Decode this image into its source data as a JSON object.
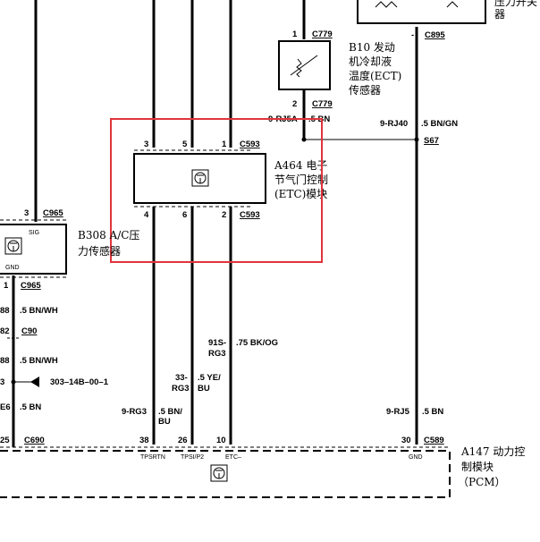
{
  "diagram": {
    "components": {
      "b10": {
        "title_line1": "B10 发动",
        "title_line2": "机冷却液",
        "title_line3": "温度(ECT)",
        "title_line4": "传感器",
        "conn_top": "C779",
        "conn_bottom": "C779",
        "pin_top": "1",
        "pin_bottom": "2"
      },
      "a464": {
        "title_line1": "A464 电子",
        "title_line2": "节气门控制",
        "title_line3": "(ETC)模块",
        "conn_top": "C593",
        "conn_bottom": "C593",
        "pins_top": [
          "3",
          "5",
          "1"
        ],
        "pins_bottom": [
          "4",
          "6",
          "2"
        ]
      },
      "b308": {
        "title_line1": "B308 A/C压",
        "title_line2": "力传感器",
        "conn_top": "C965",
        "conn_bottom": "C965",
        "pin_top": "3",
        "pin_bottom": "1",
        "sig": "SIG",
        "gnd": "GND"
      },
      "a147": {
        "title_line1": "A147 动力控",
        "title_line2": "制模块",
        "title_line3": "（PCM）",
        "conn": "C589",
        "conn_left": "C690",
        "pins": [
          "38",
          "26",
          "10",
          "30"
        ],
        "pin_left": "25",
        "terminals": [
          "TPSRTN",
          "TPSI/P2",
          "ETC–",
          "GND"
        ]
      },
      "top_right": {
        "title_line1": "压力开关",
        "title_line2": "器",
        "conn": "C895"
      }
    },
    "wires": {
      "ect_out": {
        "circuit": "9-RJ5A",
        "color": ".5 BN"
      },
      "rj40": {
        "circuit": "9-RJ40",
        "color": ".5 BN/GN"
      },
      "splice": "S67",
      "rg3_9": {
        "circuit": "9-RG3",
        "color": ".5 BN/",
        "color2": "BU"
      },
      "rg3_33": {
        "circuit": "33-",
        "circuit2": "RG3",
        "color": ".5 YE/",
        "color2": "BU"
      },
      "rg3_91": {
        "circuit": "91S-",
        "circuit2": "RG3",
        "color": ".75 BK/OG"
      },
      "rj5": {
        "circuit": "9-RJ5",
        "color": ".5 BN"
      }
    },
    "left_labels": {
      "w1": {
        "code": "88",
        "color": ".5 BN/WH"
      },
      "w2": {
        "code": "82",
        "conn": "C90"
      },
      "w3": {
        "code": "88",
        "color": ".5 BN/WH"
      },
      "ref": {
        "code": "3",
        "text": "303–14B–00–1"
      },
      "w4": {
        "code": "E6",
        "color": ".5 BN"
      }
    },
    "highlight_color": "#e0343c"
  }
}
